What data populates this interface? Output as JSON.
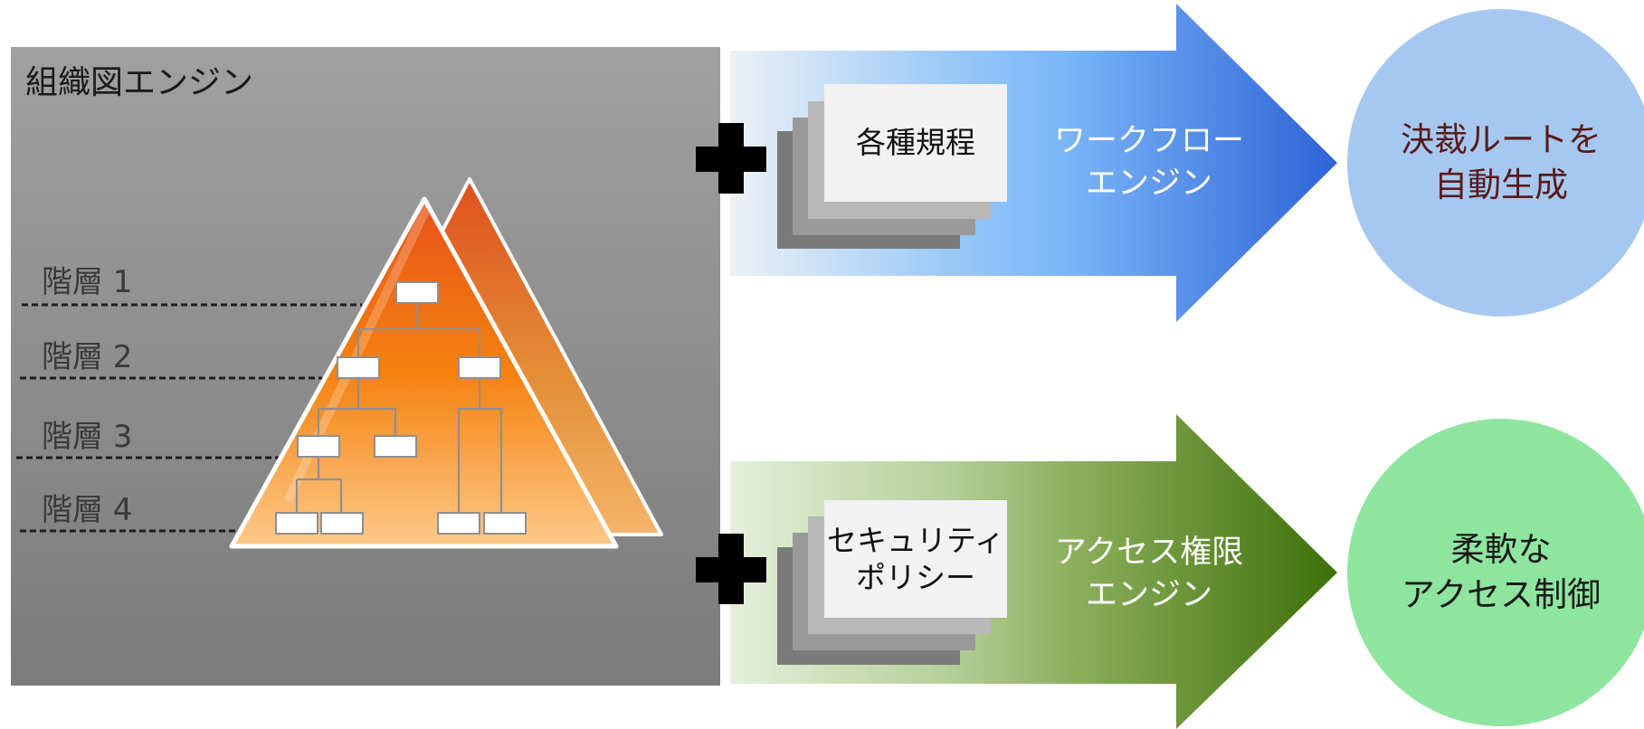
{
  "panel": {
    "title": "組織図エンジン",
    "levels": [
      "階層 1",
      "階層 2",
      "階層 3",
      "階層 4"
    ]
  },
  "rows": [
    {
      "card_label": "各種規程",
      "engine_label": "ワークフロー\nエンジン",
      "result_label": "決裁ルートを\n自動生成"
    },
    {
      "card_label": "セキュリティ\nポリシー",
      "engine_label": "アクセス権限\nエンジン",
      "result_label": "柔軟な\nアクセス制御"
    }
  ],
  "colors": {
    "panel_top": "#a0a0a0",
    "panel_bottom": "#7b7b7b",
    "pyramid_top": "#e8521a",
    "pyramid_bottom": "#fdc98a",
    "arrow_blue": "#2f62d6",
    "arrow_green": "#3d7008",
    "circle_blue": "#a6c8f0",
    "circle_green": "#8ee59f",
    "result_text_blue": "#5a1a1a",
    "result_text_green": "#1a1a1a"
  }
}
